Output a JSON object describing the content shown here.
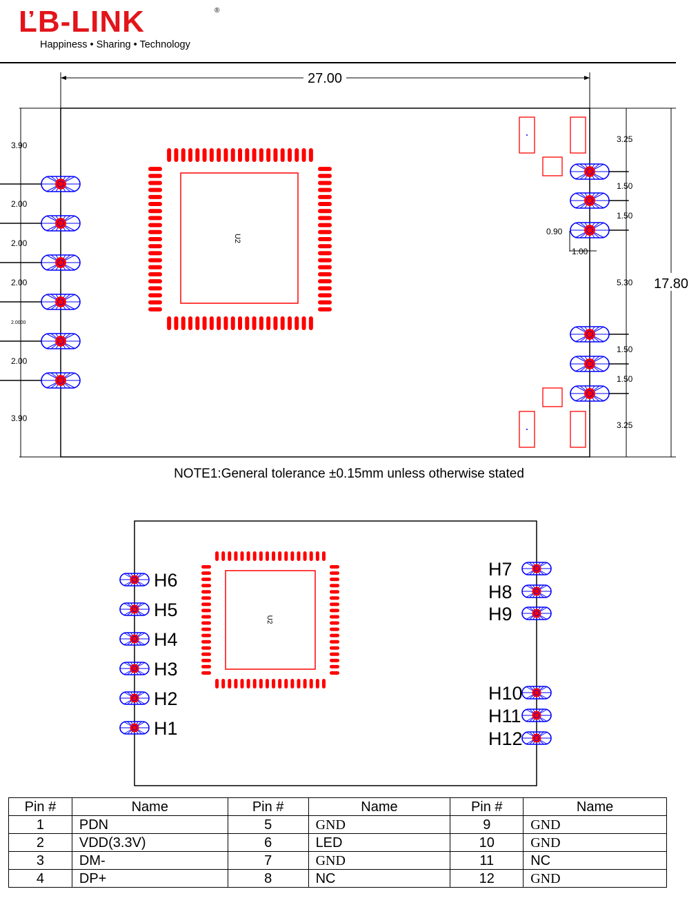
{
  "header": {
    "brand": "ĽB-LINK",
    "registered": "®",
    "tagline": "Happiness • Sharing • Technology"
  },
  "colors": {
    "brand": "#e2151b",
    "pad_red": "#ff0000",
    "pad_blue": "#0000ff"
  },
  "drawing1": {
    "width_label": "27.00",
    "height_label": "17.80",
    "chip_label": "U2",
    "left_dims": [
      "3.90",
      "2.00",
      "2.00",
      "2.00",
      "2.0000",
      "2.00",
      "3.90"
    ],
    "right_dims": [
      "3.25",
      "1.50",
      "1.50",
      "5.30",
      "1.50",
      "1.50",
      "3.25"
    ],
    "pad_dims": [
      "0.90",
      "1.00"
    ]
  },
  "note": "NOTE1:General tolerance ±0.15mm unless otherwise stated",
  "drawing2": {
    "chip_label": "U2",
    "left_pins": [
      "H6",
      "H5",
      "H4",
      "H3",
      "H2",
      "H1"
    ],
    "right_pins_top": [
      "H7",
      "H8",
      "H9"
    ],
    "right_pins_bottom": [
      "H10",
      "H11",
      "H12"
    ]
  },
  "pin_table": {
    "headers": [
      "Pin #",
      "Name",
      "Pin #",
      "Name",
      "Pin #",
      "Name"
    ],
    "rows": [
      [
        "1",
        "PDN",
        "5",
        "GND",
        "9",
        "GND"
      ],
      [
        "2",
        "VDD(3.3V)",
        "6",
        "LED",
        "10",
        "GND"
      ],
      [
        "3",
        "DM-",
        "7",
        "GND",
        "11",
        "NC"
      ],
      [
        "4",
        "DP+",
        "8",
        "NC",
        "12",
        "GND"
      ]
    ]
  }
}
